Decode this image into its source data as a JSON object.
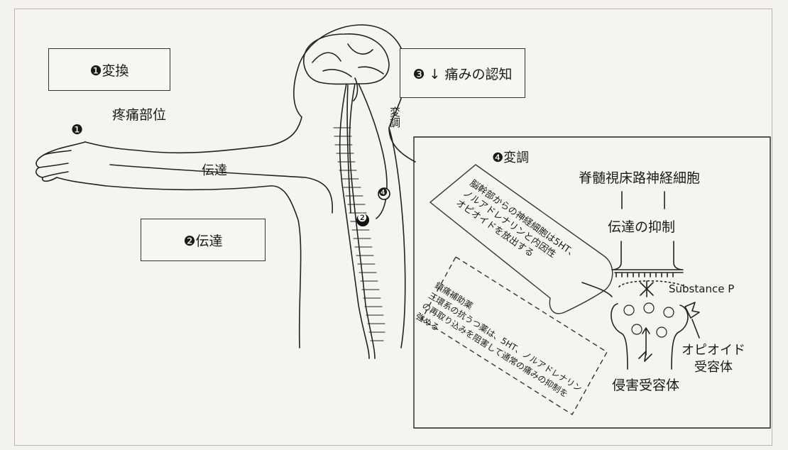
{
  "labels": {
    "transduction_box": "❶変換",
    "transmission_box": "❷伝達",
    "perception_box": "❸ ↓ 痛みの認知",
    "pain_site": "疼痛部位",
    "marker_1": "❶",
    "transmission": "伝達",
    "modulation_vertical": "変調",
    "marker_2": "❷",
    "marker_4": "❹",
    "modulation_title": "❹変調",
    "spinothalamic_neuron": "脊髄視床路神経細胞",
    "transmission_inhibition": "伝達の抑制",
    "substance_p": "Substance P",
    "opioid_receptor_line1": "オピオイド",
    "opioid_receptor_line2": "受容体",
    "nociceptor": "侵害受容体"
  },
  "callouts": {
    "brainstem_lines": [
      "脳幹部からの神経細胞は5HT、",
      "ノルアドレナリンと内因性",
      "オピオイドを放出する"
    ],
    "analgesic_title": "鎮痛補助薬",
    "analgesic_lines": [
      "三環系の抗うつ薬は、5HT、ノルアドレナリン",
      "の再取り込みを阻害して通常の痛みの抑制を",
      "強める"
    ]
  }
}
